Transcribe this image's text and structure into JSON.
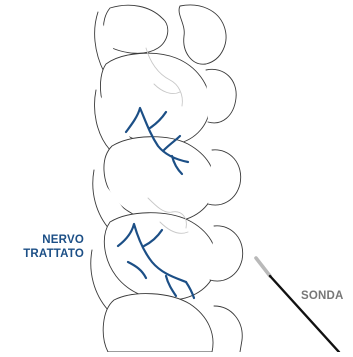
{
  "labels": {
    "nerve_line1": "NERVO",
    "nerve_line2": "TRATTATO",
    "probe": "SONDA"
  },
  "colors": {
    "nerve": "#1c4f86",
    "nerve_label": "#1c4f86",
    "bone_outline": "#3a3a3a",
    "bone_fill": "#ffffff",
    "hidden_outline": "#c8c8c8",
    "probe_shaft": "#111111",
    "probe_tip": "#b9b9b9",
    "probe_label": "#777777"
  },
  "icons": {
    "spine": "spine-illustration",
    "nerve": "nerve-branch",
    "probe": "probe-needle"
  }
}
